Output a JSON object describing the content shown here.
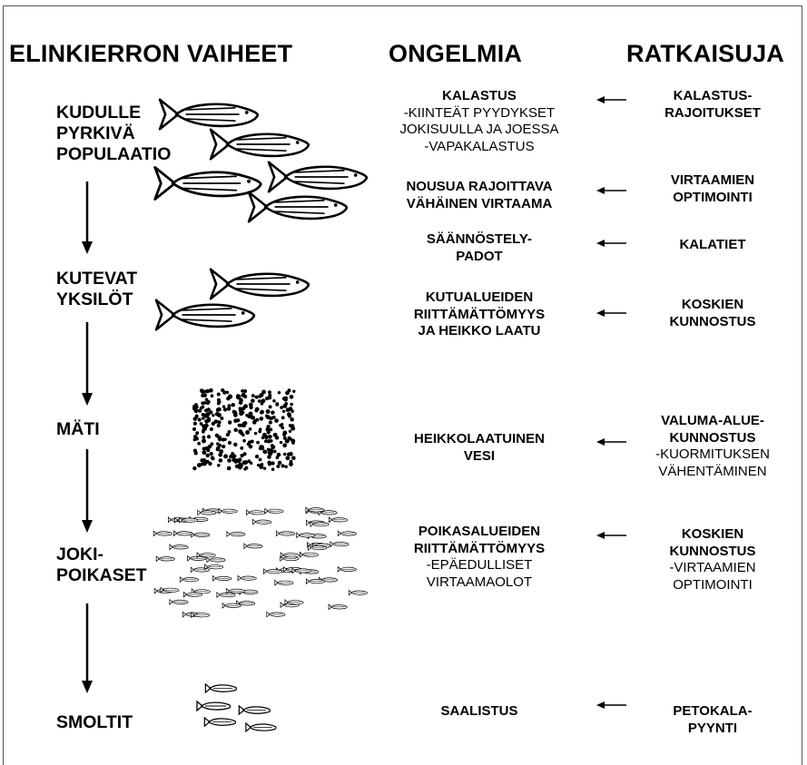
{
  "headers": {
    "stages": "ELINKIERRON VAIHEET",
    "problems": "ONGELMIA",
    "solutions": "RATKAISUJA"
  },
  "stages": [
    {
      "label": "KUDULLE\nPYRKIVÄ\nPOPULAATIO"
    },
    {
      "label": "KUTEVAT\nYKSILÖT"
    },
    {
      "label": "MÄTI"
    },
    {
      "label": "JOKI-\nPOIKASET"
    },
    {
      "label": "SMOLTIT"
    }
  ],
  "problems": [
    {
      "bold": "KALASTUS",
      "normal": "-KIINTEÄT PYYDYKSET\nJOKISUULLA JA JOESSA\n-VAPAKALASTUS"
    },
    {
      "bold": "NOUSUA RAJOITTAVA\nVÄHÄINEN VIRTAAMA",
      "normal": ""
    },
    {
      "bold": "SÄÄNNÖSTELY-\nPADOT",
      "normal": ""
    },
    {
      "bold": "KUTUALUEIDEN\nRIITTÄMÄTTÖMYYS\nJA HEIKKO LAATU",
      "normal": ""
    },
    {
      "bold": "HEIKKOLAATUINEN\nVESI",
      "normal": ""
    },
    {
      "bold": "POIKASALUEIDEN\nRIITTÄMÄTTÖMYYS",
      "normal": "-EPÄEDULLISET\nVIRTAAMAOLOT"
    },
    {
      "bold": "SAALISTUS",
      "normal": ""
    }
  ],
  "solutions": [
    {
      "bold": "KALASTUS-\nRAJOITUKSET",
      "normal": ""
    },
    {
      "bold": "VIRTAAMIEN\nOPTIMOINTI",
      "normal": ""
    },
    {
      "bold": "KALATIET",
      "normal": ""
    },
    {
      "bold": "KOSKIEN\nKUNNOSTUS",
      "normal": ""
    },
    {
      "bold": "VALUMA-ALUE-\nKUNNOSTUS",
      "normal": "-KUORMITUKSEN\nVÄHENTÄMINEN"
    },
    {
      "bold": "KOSKIEN\nKUNNOSTUS",
      "normal": "-VIRTAAMIEN\nOPTIMOINTI"
    },
    {
      "bold": "PETOKALA-\nPYYNTI",
      "normal": ""
    }
  ]
}
